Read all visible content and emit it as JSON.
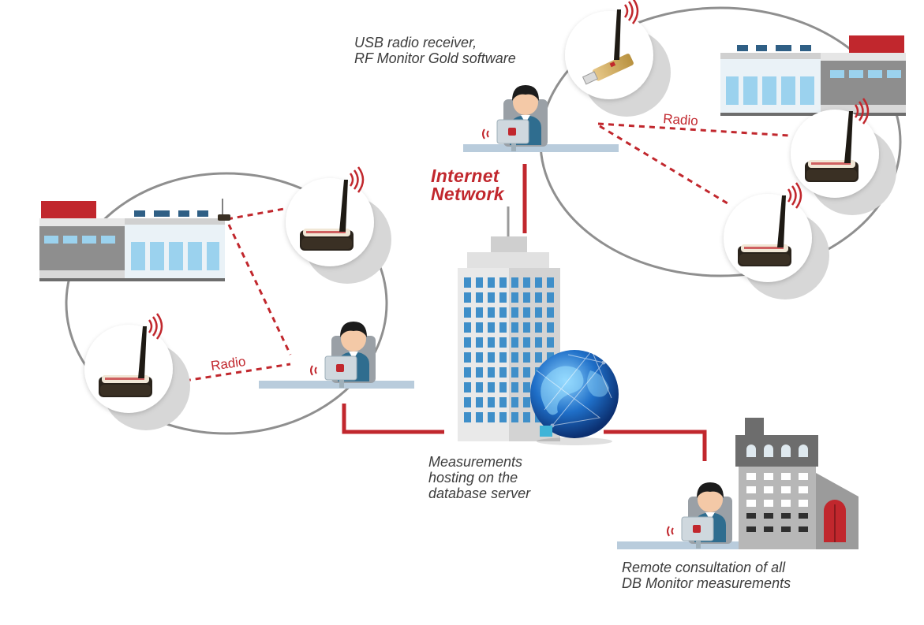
{
  "labels": {
    "usb_line1": "USB radio receiver,",
    "usb_line2": "RF Monitor Gold software",
    "internet_line1": "Internet",
    "internet_line2": "Network",
    "server_line1": "Measurements",
    "server_line2": "hosting on the",
    "server_line3": "database server",
    "remote_line1": "Remote consultation of all",
    "remote_line2": "DB Monitor measurements",
    "radio_left": "Radio",
    "radio_right": "Radio"
  },
  "colors": {
    "accent_red": "#c1272d",
    "ring_gray": "#8f8f8f",
    "building_blue": "#3f8fc9"
  },
  "icons": [
    "usb-receiver-icon",
    "radio-logger-icon",
    "operator-desk-icon",
    "shop-building-icon",
    "office-tower-icon",
    "globe-icon",
    "factory-building-icon"
  ]
}
